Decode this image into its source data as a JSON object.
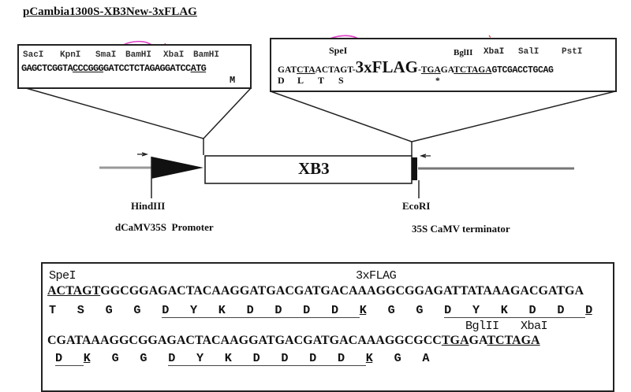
{
  "title": "pCambia1300S-XB3New-3xFLAG",
  "left_box": {
    "enzymes": [
      "SacI",
      "KpnI",
      "SmaI",
      "BamHI",
      "XbaI",
      "BamHI"
    ],
    "sequence_parts": [
      "GAGCTCGGTA",
      "CCCGGG",
      "GATCCTCTAGAGGATCC",
      "ATG"
    ],
    "amino_acid": "M",
    "circled_enzyme": "BamHI"
  },
  "right_box": {
    "enzymes": [
      "SpeI",
      "BglII",
      "XbaI",
      "SalI",
      "PstI"
    ],
    "circled_enzyme": "SpeI",
    "seq_prefix_a": "GAT",
    "seq_cta": "CTA",
    "seq_prefix_b": "ACTAGT-",
    "flag_label": "3xFLAG",
    "seq_dash": "-",
    "seq_tga": "TGA",
    "seq_ga": "GA",
    "seq_xba": "TCTAGA",
    "seq_tail": "GTCGACCTGCAG",
    "amino_acids": [
      "D",
      "L",
      "T",
      "S"
    ],
    "stop_marker": "*"
  },
  "construct": {
    "gene_label": "XB3",
    "promoter_site": "HindIII",
    "promoter_name": "dCaMV35S  Promoter",
    "terminator_site": "EcoRI",
    "terminator_name": "35S CaMV terminator"
  },
  "bottom_box": {
    "label_spei": "SpeI",
    "label_3xflag": "3xFLAG",
    "row1_spei": "ACTAGT",
    "row1_rest": "GGCGGAGACTACAAGGATGACGATGACAAAGGCGGAGATTATAAAGACGATGA",
    "row1_aa": [
      "T",
      "S",
      "G",
      "G",
      "D",
      "Y",
      "K",
      "D",
      "D",
      "D",
      "D",
      "K",
      "G",
      "G",
      "D",
      "Y",
      "K",
      "D",
      "D",
      "D"
    ],
    "label_bglii": "BglII",
    "label_xbai": "XbaI",
    "row2_start": "CGATAAAGGCGGAGACTACAAGGATGACGATGACAAAGGCGCC",
    "row2_tga": "TGA",
    "row2_ga": "GA",
    "row2_xba": "TCTAGA",
    "row2_aa": [
      "D",
      "K",
      "G",
      "G",
      "D",
      "Y",
      "K",
      "D",
      "D",
      "D",
      "D",
      "K",
      "G",
      "A"
    ]
  },
  "colors": {
    "circle": "#e040c8",
    "cut_red": "#e03030",
    "cut_blue": "#2040a0",
    "line": "#222222",
    "track": "#888888"
  }
}
